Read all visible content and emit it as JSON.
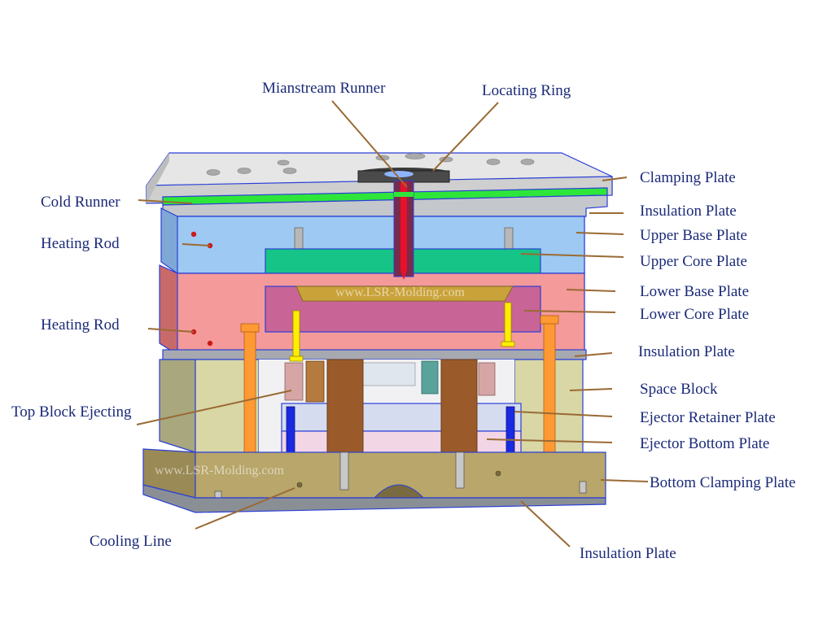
{
  "labels": {
    "mianstream_runner": "Mianstream Runner",
    "locating_ring": "Locating Ring",
    "clamping_plate": "Clamping Plate",
    "cold_runner": "Cold Runner",
    "insulation_plate_top": "Insulation Plate",
    "heating_rod_upper": "Heating Rod",
    "upper_base_plate": "Upper Base Plate",
    "upper_core_plate": "Upper Core Plate",
    "lower_base_plate": "Lower Base Plate",
    "lower_core_plate": "Lower Core Plate",
    "heating_rod_lower": "Heating Rod",
    "insulation_plate_mid": "Insulation Plate",
    "space_block": "Space Block",
    "top_block_ejecting": "Top Block Ejecting",
    "ejector_retainer_plate": "Ejector Retainer Plate",
    "ejector_bottom_plate": "Ejector Bottom Plate",
    "bottom_clamping_plate": "Bottom Clamping Plate",
    "cooling_line": "Cooling Line",
    "insulation_plate_bottom": "Insulation Plate"
  },
  "watermark": "www.LSR-Molding.com",
  "colors": {
    "label_text": "#1b2a78",
    "leader_line": "#9a6a34",
    "edge": "#2a3fd6",
    "clamping_plate": "#d9d9d9",
    "cold_runner": "#2ee63a",
    "upper_base_plate": "#9ec9f2",
    "upper_core_plate": "#17c487",
    "lower_base_plate": "#f59a9a",
    "lower_core_plate": "#c86496",
    "space_block": "#d9d7a6",
    "ejector_retainer_plate": "#d6dcef",
    "ejector_bottom_plate": "#f2d6e6",
    "bottom_clamping_plate": "#b8a66a",
    "ejector_pin": "#ff9933",
    "support_pillar": "#9a5a2a",
    "runner_hot": "#e8102a",
    "top_block": "#ffee00"
  }
}
